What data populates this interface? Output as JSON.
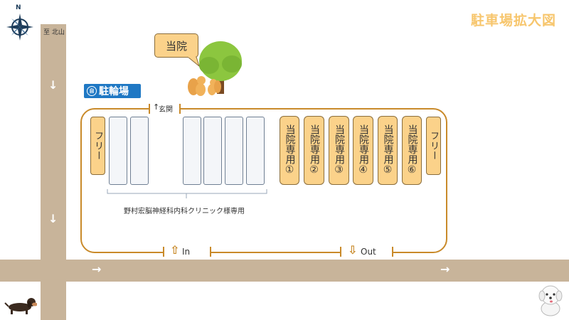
{
  "map": {
    "title": "駐車場拡大図",
    "compass_label": "N",
    "direction_label": "至 北山",
    "bubble_label": "当院",
    "bicycle_parking_label": "駐輪場",
    "bicycle_badge_label": "自",
    "entrance_label": "玄関",
    "in_label": "In",
    "out_label": "Out",
    "clinic_reserved_label": "野村宏脳神経科内科クリニック様専用",
    "free_label": "フリー",
    "reserved_spaces": [
      {
        "text": "当院専用",
        "num": "①"
      },
      {
        "text": "当院専用",
        "num": "②"
      },
      {
        "text": "当院専用",
        "num": "③"
      },
      {
        "text": "当院専用",
        "num": "④"
      },
      {
        "text": "当院専用",
        "num": "⑤"
      },
      {
        "text": "当院専用",
        "num": "⑥"
      }
    ],
    "colors": {
      "road": "#c8b49a",
      "lot_border": "#c98a2a",
      "reserved_fill": "#fbd28a",
      "title": "#f7c66d",
      "logo": "#1f78c4"
    }
  }
}
